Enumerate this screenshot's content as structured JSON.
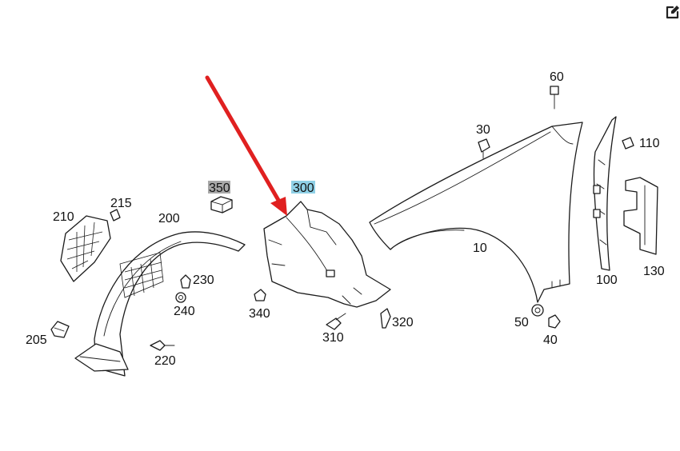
{
  "diagram": {
    "labels": {
      "p10": "10",
      "p30": "30",
      "p40": "40",
      "p50": "50",
      "p60": "60",
      "p100": "100",
      "p110": "110",
      "p130": "130",
      "p200": "200",
      "p205": "205",
      "p210": "210",
      "p215": "215",
      "p220": "220",
      "p230": "230",
      "p240": "240",
      "p300": "300",
      "p310": "310",
      "p320": "320",
      "p340": "340",
      "p350": "350"
    },
    "highlight": {
      "selected_part": "300",
      "selected_color": "#8fd0e6",
      "secondary_part": "350",
      "secondary_color": "#a8a8a8",
      "arrow_color": "#e02020"
    }
  },
  "toolbar": {
    "edit_icon": "edit-icon"
  }
}
